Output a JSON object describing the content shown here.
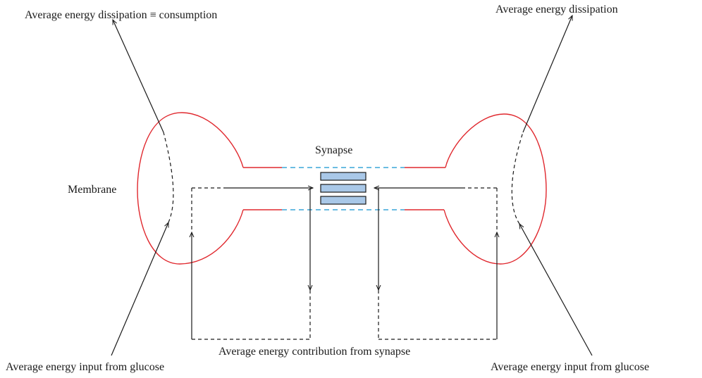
{
  "labels": {
    "top_left": "Average energy dissipation ≡ consumption",
    "top_right": "Average energy dissipation",
    "membrane": "Membrane",
    "synapse": "Synapse",
    "synapse_contribution": "Average energy contribution from synapse",
    "bottom_left": "Average energy input from glucose",
    "bottom_right": "Average energy input from glucose"
  },
  "colors": {
    "membrane": "#e0282e",
    "synaptic_cleft": "#3aa6d8",
    "vesicle_fill": "#a9c8e8",
    "line": "#1a1a1a"
  }
}
